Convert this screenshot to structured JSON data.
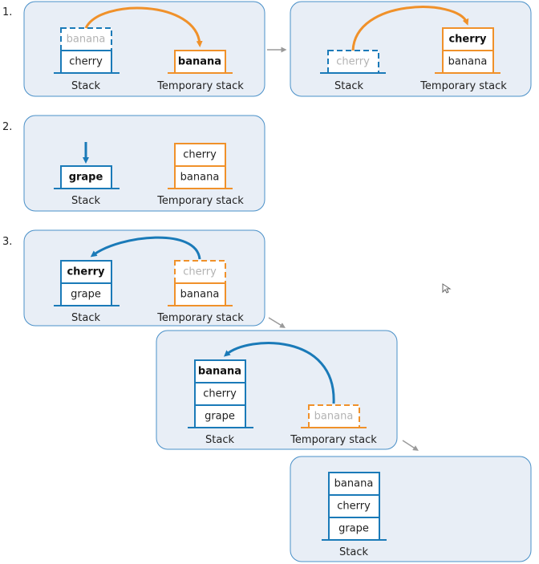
{
  "steps": [
    "1.",
    "2.",
    "3."
  ],
  "labels": {
    "stack": "Stack",
    "temp": "Temporary stack"
  },
  "items": {
    "banana": "banana",
    "cherry": "cherry",
    "grape": "grape"
  }
}
